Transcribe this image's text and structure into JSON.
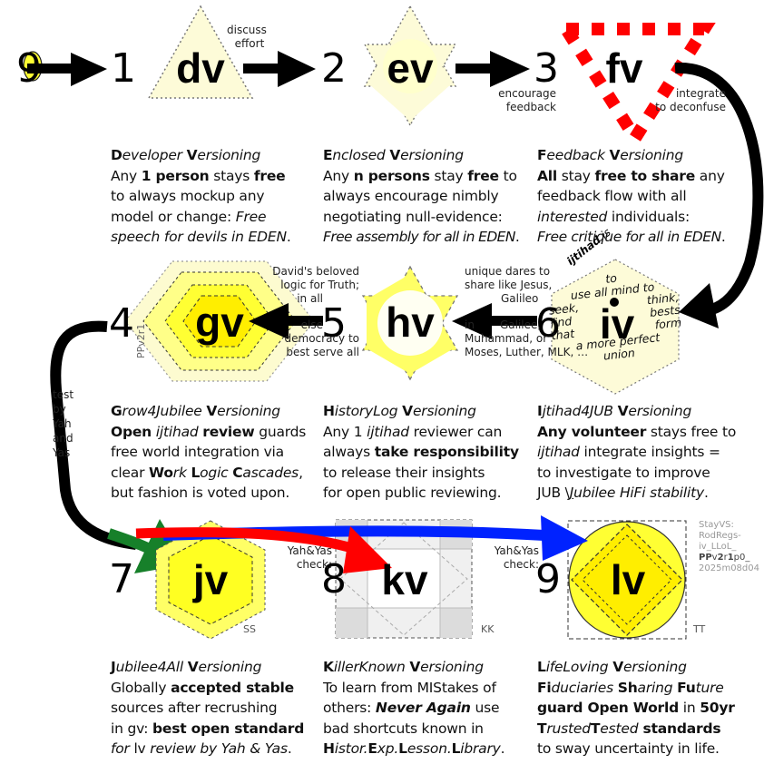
{
  "nodes": {
    "n0": {
      "number": "9"
    },
    "n1": {
      "number": "1",
      "symbol": "dv"
    },
    "n2": {
      "number": "2",
      "symbol": "ev"
    },
    "n3": {
      "number": "3",
      "symbol": "fv"
    },
    "n4": {
      "number": "4",
      "symbol": "gv",
      "tag": "PPv2r1"
    },
    "n5": {
      "number": "5",
      "symbol": "hv"
    },
    "n6": {
      "number": "6",
      "symbol": "iv"
    },
    "n7": {
      "number": "7",
      "symbol": "jv",
      "tag": "SS"
    },
    "n8": {
      "number": "8",
      "symbol": "kv",
      "tag": "KK"
    },
    "n9": {
      "number": "9",
      "symbol": "lv",
      "tag": "TT"
    }
  },
  "arrow_notes": {
    "a12": [
      "discuss",
      "effort"
    ],
    "a23": [
      "encourage",
      "feedback"
    ],
    "a36": [
      "integrate",
      "to deconfuse"
    ],
    "a65": [
      "unique dares to",
      "share like Jesus,",
      "Galileo",
      "in",
      "Galilee,",
      "Muhammad, or",
      "Moses, Luther, MLK, …"
    ],
    "a54": [
      "David's beloved",
      "logic for Truth;",
      "in all",
      "else",
      "democracy to",
      "best serve all"
    ],
    "a47": [
      "test",
      "by",
      "Yah",
      "and",
      "Yas"
    ],
    "a78": [
      "Yah&Yas",
      "check:"
    ],
    "a89": [
      "Yah&Yas",
      "check:"
    ]
  },
  "ijtihad_hex": {
    "lead": "ijtihad",
    "is": "is",
    "lines": [
      "to",
      "use all mind to",
      "seek,",
      "think,",
      "find",
      "bests",
      "that",
      "form",
      "a more perfect",
      "union"
    ]
  },
  "descriptions": {
    "d1": {
      "title_a": "D",
      "title_b": "eveloper ",
      "title_c": "V",
      "title_d": "ersioning",
      "l1a": "Any ",
      "l1b": "1 person",
      "l1c": " stays ",
      "l1d": "free",
      "l2": "to always mockup any",
      "l3": "model or change: ",
      "l3i": "Free",
      "l4": "speech for devils in EDEN",
      "l4p": "."
    },
    "d2": {
      "title_a": "E",
      "title_b": "nclosed ",
      "title_c": "V",
      "title_d": "ersioning",
      "l1a": "Any ",
      "l1b": "n persons",
      "l1c": " stay ",
      "l1d": "free",
      "l1e": " to",
      "l2": "always encourage nimbly",
      "l3": "negotiating null-evidence:",
      "l4": "Free assembly for all in EDEN",
      "l4p": "."
    },
    "d3": {
      "title_a": "F",
      "title_b": "eedback ",
      "title_c": "V",
      "title_d": "ersioning",
      "l1a": "All",
      "l1b": " stay ",
      "l1c": "free to share",
      "l1d": " any",
      "l2": "feedback flow with all",
      "l3i": "interested",
      "l3": " individuals:",
      "l4": "Free critique for all in EDEN",
      "l4p": "."
    },
    "d4": {
      "title_a": "G",
      "title_b": "row4Jubilee ",
      "title_c": "V",
      "title_d": "ersioning",
      "l1a": "Open",
      "l1b": "ijtihad",
      "l1c": "review",
      "l1d": " guards",
      "l2": "free world integration via",
      "l3a": "clear ",
      "l3b": "Wo",
      "l3c": "rk ",
      "l3d": "L",
      "l3e": "ogic ",
      "l3f": "C",
      "l3g": "ascades",
      "l3h": ",",
      "l4": "but fashion is voted upon."
    },
    "d5": {
      "title_a": "H",
      "title_b": "istoryLog ",
      "title_c": "V",
      "title_d": "ersioning",
      "l1a": "Any 1 ",
      "l1b": "ijtihad",
      "l1c": " reviewer can",
      "l2a": "always ",
      "l2b": "take responsibility",
      "l3": "to release their insights",
      "l4": "for open public reviewing."
    },
    "d6": {
      "title_a": "I",
      "title_b": "jtihad4JUB ",
      "title_c": "V",
      "title_d": "ersioning",
      "l1a": "Any volunteer",
      "l1b": " stays free to",
      "l2a": "ijtihad",
      "l2b": " integrate insights =",
      "l3": "to investigate to improve",
      "l4a": "JUB \\",
      "l4b": "J",
      "l4c": "ubilee HiFi stability",
      "l4d": "."
    },
    "d7": {
      "title_a": "J",
      "title_b": "ubilee4All ",
      "title_c": "V",
      "title_d": "ersioning",
      "l1a": "Globally ",
      "l1b": "accepted stable",
      "l2": "sources after recrushing",
      "l3a": "in gv: ",
      "l3b": "best open standard",
      "l4a": "for",
      "l4b": " lv ",
      "l4c": "review by Yah & Yas",
      "l4d": "."
    },
    "d8": {
      "title_a": "K",
      "title_b": "illerKnown ",
      "title_c": "V",
      "title_d": "ersioning",
      "l1": "To learn from MIStakes of",
      "l2a": "others: ",
      "l2b": "Never Again",
      "l2c": " use",
      "l3": "bad shortcuts known in",
      "l4a": "H",
      "l4b": "istor.",
      "l4c": "E",
      "l4d": "xp.",
      "l4e": "L",
      "l4f": "esson.",
      "l4g": "L",
      "l4h": "ibrary",
      "l4i": "."
    },
    "d9": {
      "title_a": "L",
      "title_b": "ifeLoving ",
      "title_c": "V",
      "title_d": "ersioning",
      "l1a": "Fi",
      "l1b": "duciaries ",
      "l1c": "Sh",
      "l1d": "aring ",
      "l1e": "Fu",
      "l1f": "ture",
      "l2a": "guard Open World",
      "l2b": " in ",
      "l2c": "50yr",
      "l3a": "T",
      "l3b": "rusted",
      "l3c": "T",
      "l3d": "ested",
      "l3e": " standards",
      "l4": "to sway uncertainty in life."
    }
  },
  "stamp": {
    "lines": [
      "StayVS:",
      "RodRegs-",
      "iv_LLoL_",
      "2025m08d04"
    ],
    "pp_a": "PP",
    "pp_b": "v",
    "pp_c": "2",
    "pp_d": "r",
    "pp_e": "1",
    "pp_f": "p0_"
  },
  "colors": {
    "pale_yellow": "#fdfbd8",
    "yellow": "#ffff33",
    "bright_yellow": "#ffee00",
    "red": "#ff0000",
    "green": "#17802a",
    "blue": "#0022ff",
    "grey_tile": "#dddddd"
  }
}
